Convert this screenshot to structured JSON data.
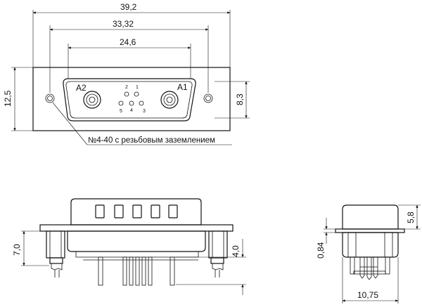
{
  "dimensions": {
    "overall_width": "39,2",
    "mount_hole_spacing": "33,32",
    "shell_width": "24,6",
    "height": "12,5",
    "coax_pitch_vertical": "8,3",
    "pcb_height": "7,0",
    "pin_length": "4,0",
    "side_top": "5,8",
    "flange_thickness": "0,84",
    "side_width": "10,75"
  },
  "contacts": {
    "coax_left": "A2",
    "coax_right": "A1",
    "pins": [
      "1",
      "2",
      "3",
      "4",
      "5"
    ]
  },
  "note": "№4-40 с резьбовым заземлением"
}
